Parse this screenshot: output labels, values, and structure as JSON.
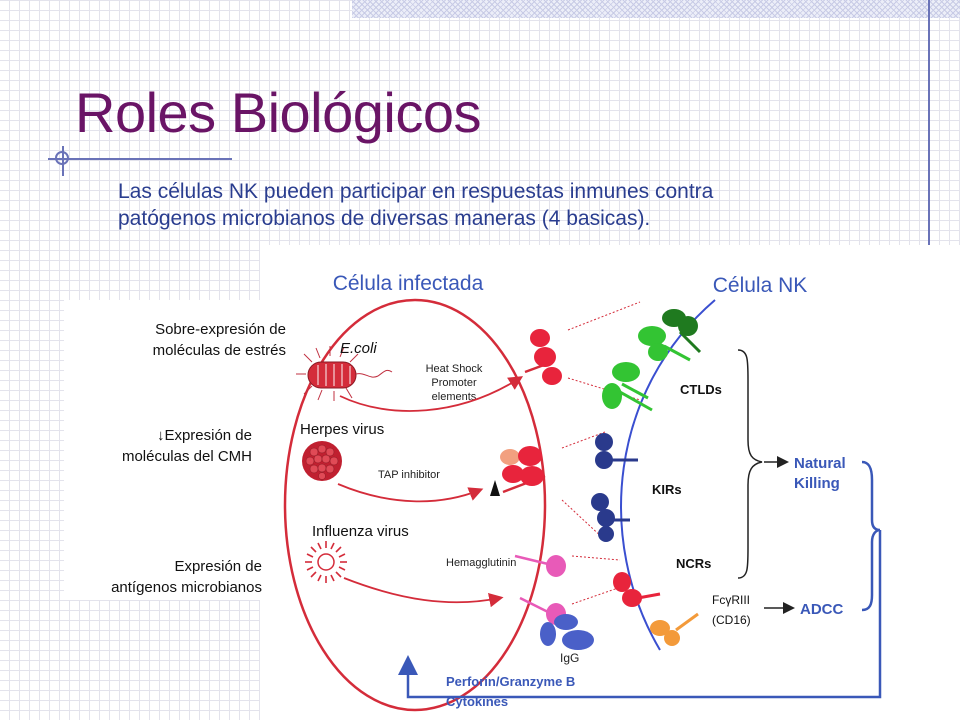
{
  "slide": {
    "title": "Roles Biológicos",
    "body_lines": [
      "Las células NK pueden participar en respuestas inmunes contra",
      "patógenos microbianos de diversas maneras (4 basicas)."
    ]
  },
  "diagram": {
    "headers": {
      "infected_cell": "Célula infectada",
      "nk_cell": "Célula NK"
    },
    "left_labels": [
      [
        "Sobre-expresión de",
        "moléculas de estrés"
      ],
      [
        "↓Expresión de",
        "moléculas del CMH"
      ],
      [
        "Expresión de",
        "antígenos microbianos"
      ]
    ],
    "pathogens": {
      "ecoli": "E.coli",
      "herpes": "Herpes virus",
      "influenza": "Influenza virus"
    },
    "annotations": {
      "heat_shock": [
        "Heat Shock",
        "Promoter",
        "elements"
      ],
      "tap": "TAP inhibitor",
      "hemagglutinin": "Hemagglutinin",
      "igg": "IgG"
    },
    "receptors": {
      "ctlds": "CTLDs",
      "kirs": "KIRs",
      "ncrs": "NCRs",
      "fcgr": [
        "FcγRIII",
        "(CD16)"
      ]
    },
    "outcomes": {
      "natural_killing": [
        "Natural",
        "Killing"
      ],
      "adcc": "ADCC",
      "effectors": [
        "Perforin/Granzyme B",
        "Cytokines"
      ]
    },
    "colors": {
      "cell_membrane": "#d42c3a",
      "nk_membrane": "#3a4fd0",
      "outcome_blue": "#3a58b8",
      "green": "#33c433",
      "dark_green": "#1f7a1f",
      "navy": "#2a3a8c",
      "pink": "#e85ab8",
      "orange": "#f39a3a"
    }
  }
}
